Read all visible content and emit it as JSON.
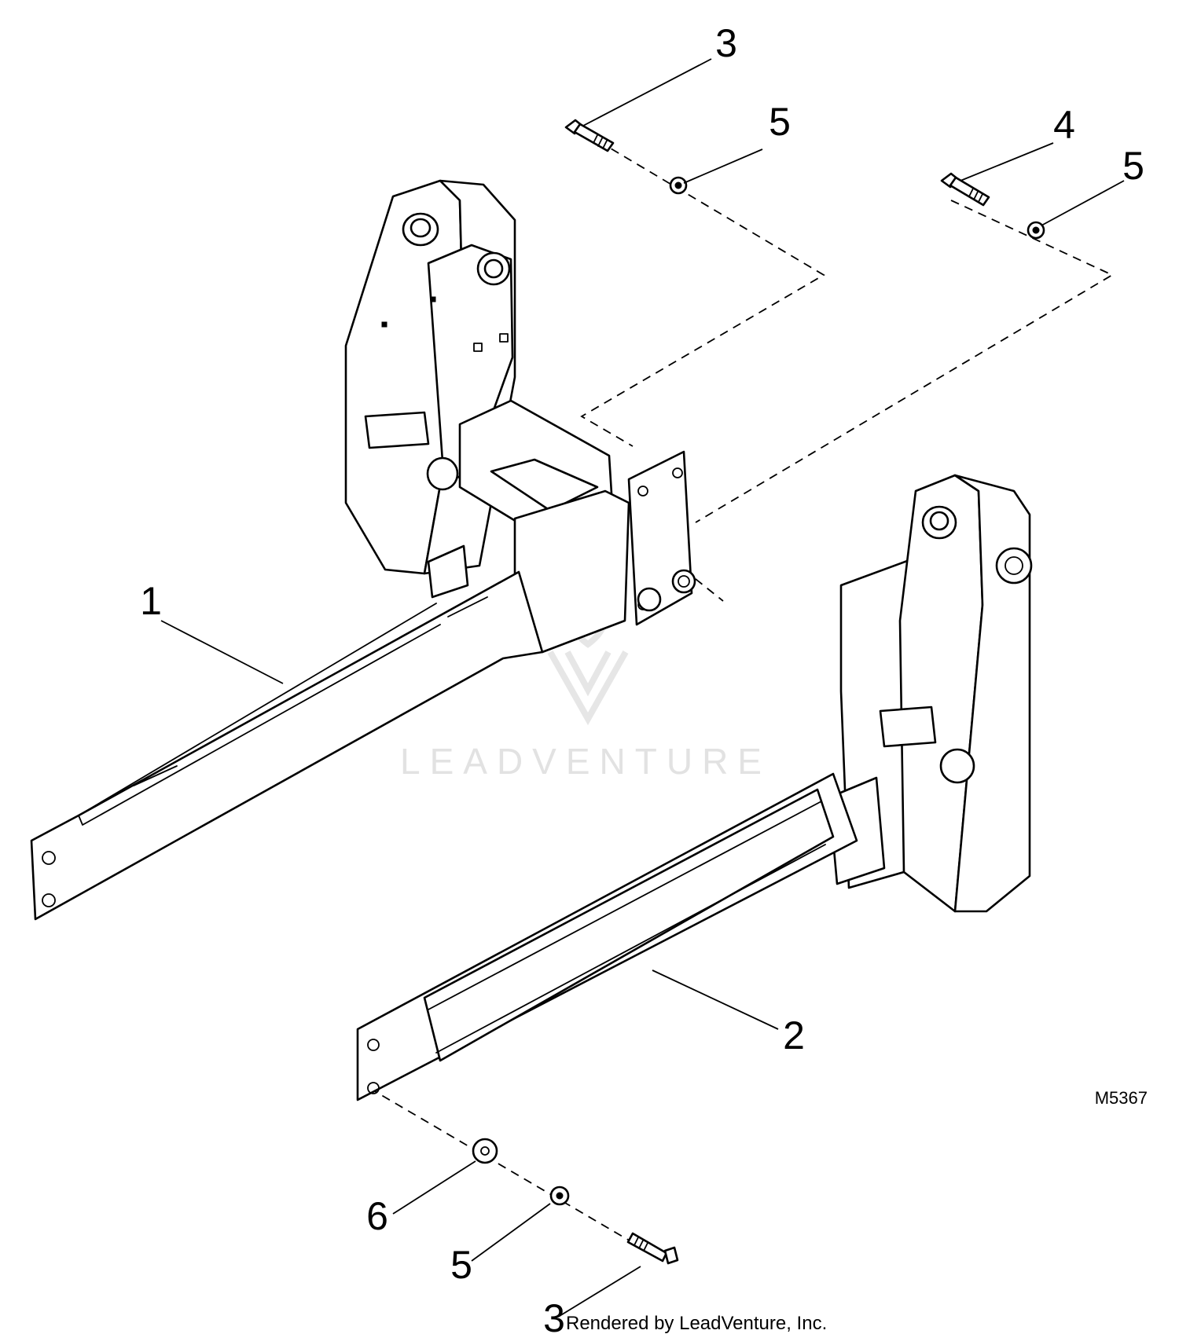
{
  "diagram": {
    "callouts": {
      "c1": "1",
      "c2": "2",
      "c3_top": "3",
      "c4": "4",
      "c5_top_left": "5",
      "c5_top_right": "5",
      "c6": "6",
      "c5_bottom": "5",
      "c3_bottom": "3"
    },
    "figure_code": "M5367",
    "credit": "Rendered by LeadVenture, Inc.",
    "watermark": "LEADVENTURE"
  }
}
